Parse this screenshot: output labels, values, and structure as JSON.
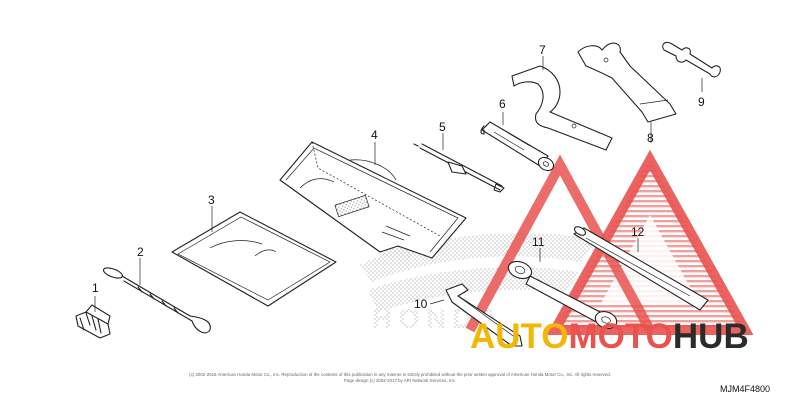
{
  "callouts": [
    "1",
    "2",
    "3",
    "4",
    "5",
    "6",
    "7",
    "8",
    "9",
    "10",
    "11",
    "12"
  ],
  "diagram_code": "MJM4F4800",
  "copyright_line1": "(c) 2002-2015 American Honda Motor Co., Inc. Reproduction of the contents of this publication in any manner is strictly prohibited without the prior written approval of American Honda Motor Co., Inc. All rights reserved.",
  "copyright_line2": "Page design (c) 2004-2017 by ARI Network Services, Inc.",
  "watermark": {
    "part1": "AUTO",
    "part2": "MOTO",
    "part3": "HUB",
    "colors": {
      "auto": "#f2b705",
      "moto": "#e8524f",
      "hub": "#2b2b2b",
      "triangle": "#e8524f"
    }
  }
}
